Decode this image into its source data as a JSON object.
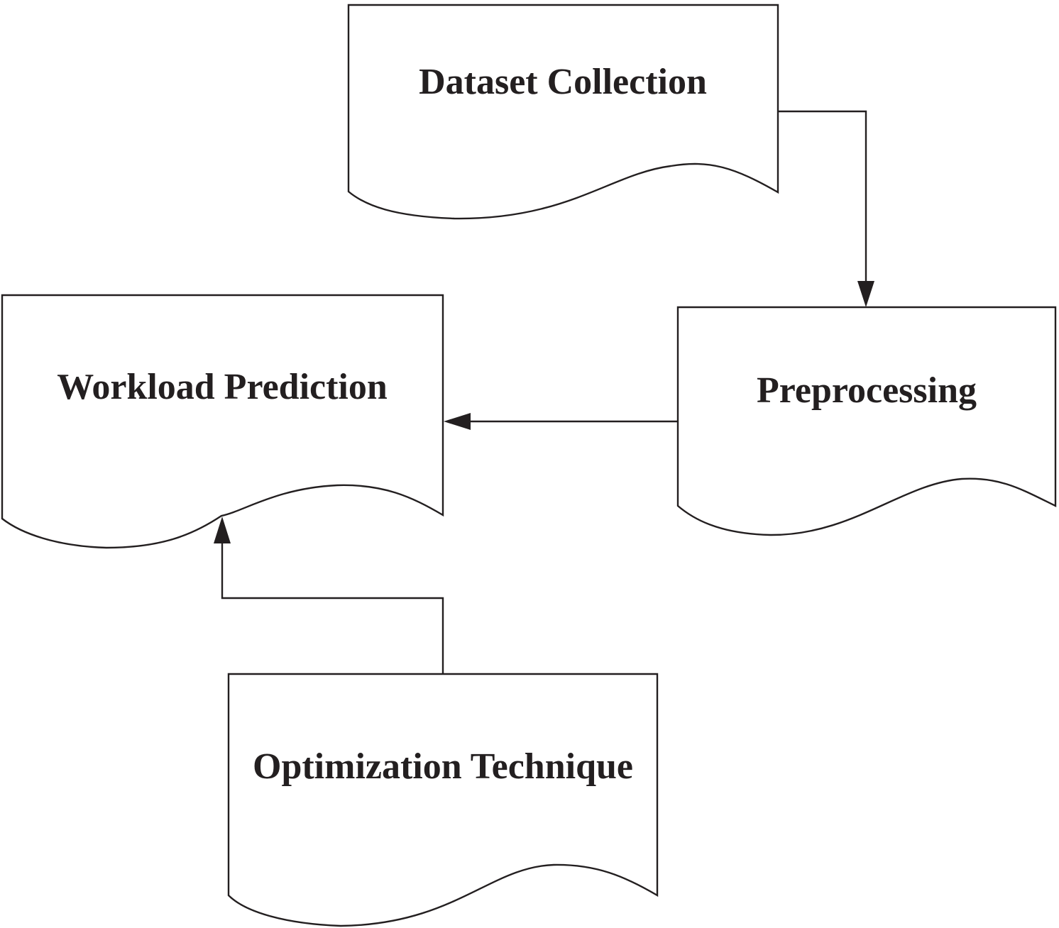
{
  "nodes": {
    "dataset_collection": "Dataset Collection",
    "preprocessing": "Preprocessing",
    "workload_prediction": "Workload Prediction",
    "optimization_technique": "Optimization Technique"
  },
  "shape_type": "document",
  "edges": [
    {
      "from": "dataset_collection",
      "to": "preprocessing"
    },
    {
      "from": "preprocessing",
      "to": "workload_prediction"
    },
    {
      "from": "optimization_technique",
      "to": "workload_prediction"
    }
  ],
  "colors": {
    "stroke": "#231f20",
    "fill": "#ffffff",
    "background": "#ffffff"
  }
}
